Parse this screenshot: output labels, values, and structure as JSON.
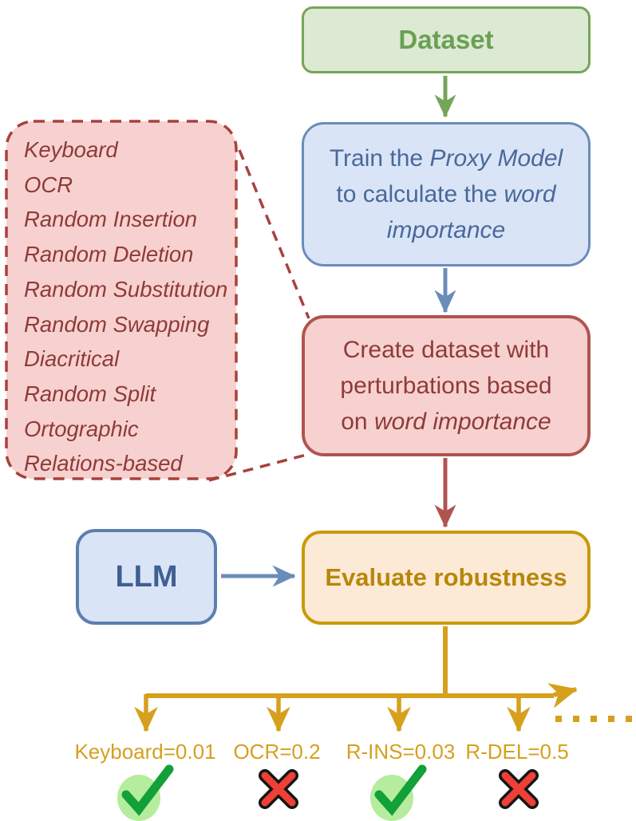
{
  "nodes": {
    "dataset": {
      "label": "Dataset"
    },
    "train": {
      "l1a": "Train the ",
      "l1b": "Proxy Model",
      "l2a": "to calculate the ",
      "l2b": "word",
      "l3b": "importance"
    },
    "create": {
      "l1": "Create dataset with",
      "l2": "perturbations based",
      "l3a": "on ",
      "l3b": "word importance"
    },
    "llm": {
      "label": "LLM"
    },
    "evaluate": {
      "label": "Evaluate robustness"
    }
  },
  "perturbations": {
    "items": [
      "Keyboard",
      "OCR",
      "Random Insertion",
      "Random Deletion",
      "Random Substitution",
      "Random Swapping",
      "Diacritical",
      "Random Split",
      "Ortographic",
      "Relations-based"
    ]
  },
  "results": [
    {
      "label": "Keyboard=0.01",
      "status": "pass",
      "icon": "check-icon"
    },
    {
      "label": "OCR=0.2",
      "status": "fail",
      "icon": "cross-icon"
    },
    {
      "label": "R-INS=0.03",
      "status": "pass",
      "icon": "check-icon"
    },
    {
      "label": "R-DEL=0.5",
      "status": "fail",
      "icon": "cross-icon"
    }
  ],
  "colors": {
    "green_fill": "#dcead4",
    "green_stroke": "#74a659",
    "blue_fill": "#d9e5f7",
    "blue_stroke": "#6b8cba",
    "blue_text": "#4a689a",
    "red_fill": "#f7d1cf",
    "red_stroke": "#b05450",
    "red_text": "#8e3b38",
    "gold_fill": "#fdead6",
    "gold_stroke": "#c99a08",
    "gold_text": "#b8860b",
    "gold_arrow": "#d6a01d",
    "check_green": "#12a038",
    "check_bg": "#b5ec9e",
    "cross_red": "#ee4036",
    "cross_outline": "#141414"
  }
}
